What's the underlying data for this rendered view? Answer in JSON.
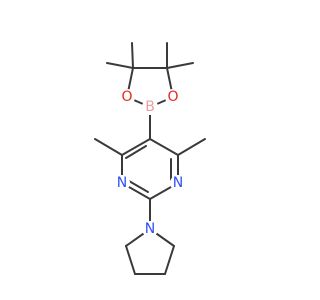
{
  "molecule": {
    "atom_labels": {
      "o1": "O",
      "o2": "O",
      "b": "B",
      "n1": "N",
      "n2": "N",
      "n3": "N"
    },
    "colors": {
      "bond": "#3a3a3a",
      "oxygen": "#e8281e",
      "boron": "#e8a0a0",
      "nitrogen": "#3050f8"
    }
  }
}
